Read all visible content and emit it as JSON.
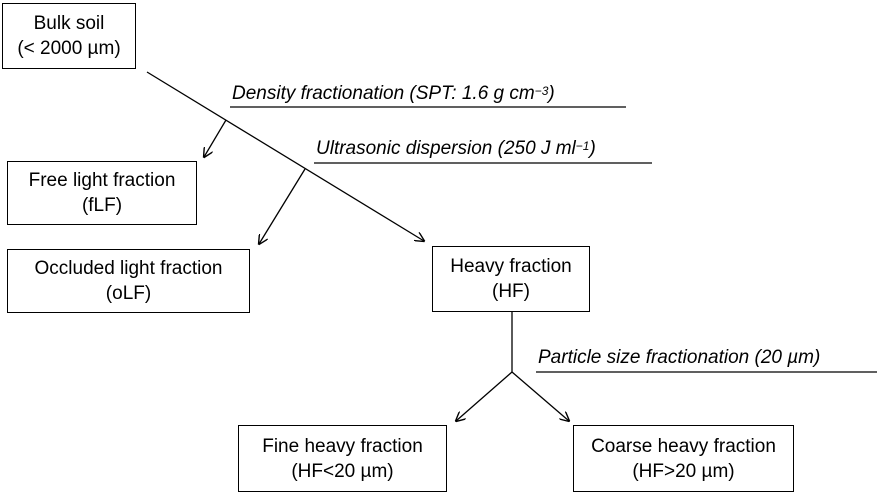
{
  "diagram": {
    "boxes": {
      "bulk_soil": {
        "line1": "Bulk soil",
        "line2": "(< 2000 µm)"
      },
      "flf": {
        "line1": "Free light fraction",
        "line2": "(fLF)"
      },
      "olf": {
        "line1": "Occluded light fraction",
        "line2": "(oLF)"
      },
      "hf": {
        "line1": "Heavy fraction",
        "line2": "(HF)"
      },
      "fine": {
        "line1": "Fine heavy fraction",
        "line2": "(HF<20 µm)"
      },
      "coarse": {
        "line1": "Coarse heavy fraction",
        "line2": "(HF>20 µm)"
      }
    },
    "steps": {
      "density": {
        "text": "Density fractionation (SPT: 1.6 g cm",
        "sup": "−3",
        "tail": ")"
      },
      "ultrasonic": {
        "text": "Ultrasonic dispersion (250 J ml",
        "sup": "−1",
        "tail": ")"
      },
      "particle": {
        "text": "Particle size fractionation (20 µm)"
      }
    }
  }
}
